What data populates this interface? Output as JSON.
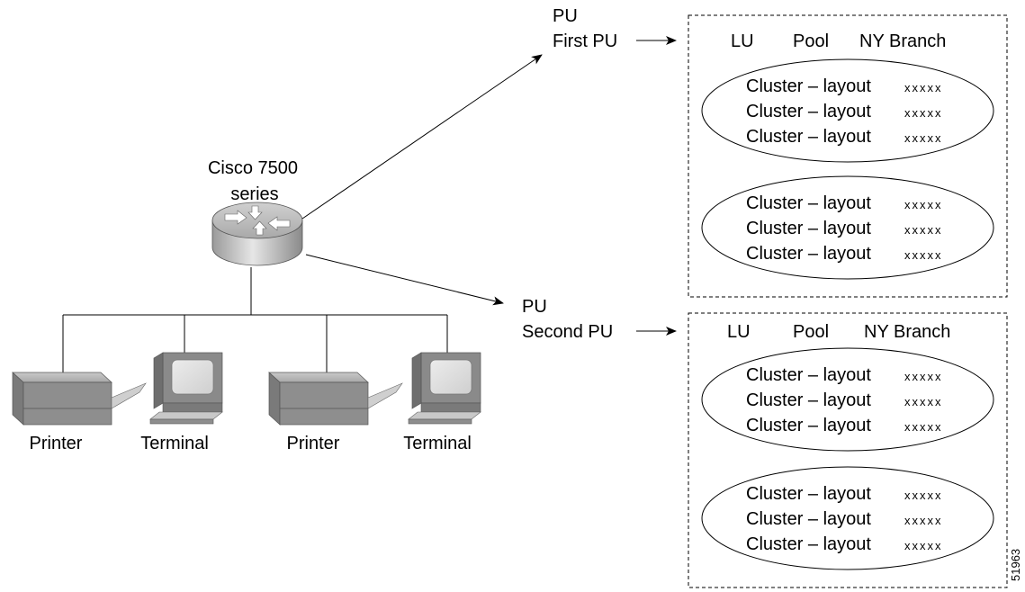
{
  "router": {
    "line1": "Cisco 7500",
    "line2": "series"
  },
  "devices": [
    {
      "label": "Printer"
    },
    {
      "label": "Terminal"
    },
    {
      "label": "Printer"
    },
    {
      "label": "Terminal"
    }
  ],
  "pus": [
    {
      "pu": "PU",
      "name": "First PU",
      "header": {
        "lu": "LU",
        "pool": "Pool",
        "branch": "NY Branch"
      },
      "clusters": [
        {
          "lines": [
            {
              "text": "Cluster – layout",
              "mark": "xxxxx"
            },
            {
              "text": "Cluster – layout",
              "mark": "xxxxx"
            },
            {
              "text": "Cluster – layout",
              "mark": "xxxxx"
            }
          ]
        },
        {
          "lines": [
            {
              "text": "Cluster – layout",
              "mark": "xxxxx"
            },
            {
              "text": "Cluster – layout",
              "mark": "xxxxx"
            },
            {
              "text": "Cluster – layout",
              "mark": "xxxxx"
            }
          ]
        }
      ]
    },
    {
      "pu": "PU",
      "name": "Second PU",
      "header": {
        "lu": "LU",
        "pool": "Pool",
        "branch": "NY Branch"
      },
      "clusters": [
        {
          "lines": [
            {
              "text": "Cluster – layout",
              "mark": "xxxxx"
            },
            {
              "text": "Cluster – layout",
              "mark": "xxxxx"
            },
            {
              "text": "Cluster – layout",
              "mark": "xxxxx"
            }
          ]
        },
        {
          "lines": [
            {
              "text": "Cluster – layout",
              "mark": "xxxxx"
            },
            {
              "text": "Cluster – layout",
              "mark": "xxxxx"
            },
            {
              "text": "Cluster – layout",
              "mark": "xxxxx"
            }
          ]
        }
      ]
    }
  ],
  "figure_id": "51963"
}
